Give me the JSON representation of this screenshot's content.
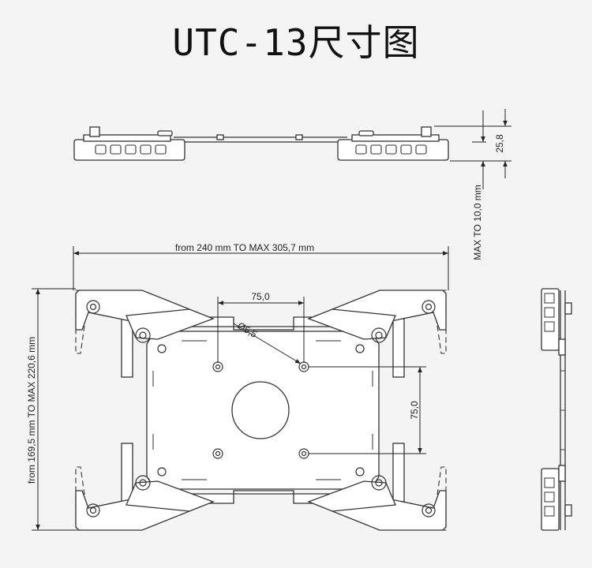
{
  "title": "UTC-13尺寸图",
  "dimensions": {
    "top_height": "25,8",
    "side_max": "MAX TO 10,0 mm",
    "width_range": "from 240 mm TO MAX 305,7 mm",
    "height_range": "from 169,5 mm TO MAX 220,6 mm",
    "hole_spacing_h": "75,0",
    "hole_spacing_v": "75,0",
    "hole_diameter": "Ø5,5"
  },
  "colors": {
    "line": "#333333",
    "dim": "#222222",
    "background": "#f4f4f5"
  }
}
